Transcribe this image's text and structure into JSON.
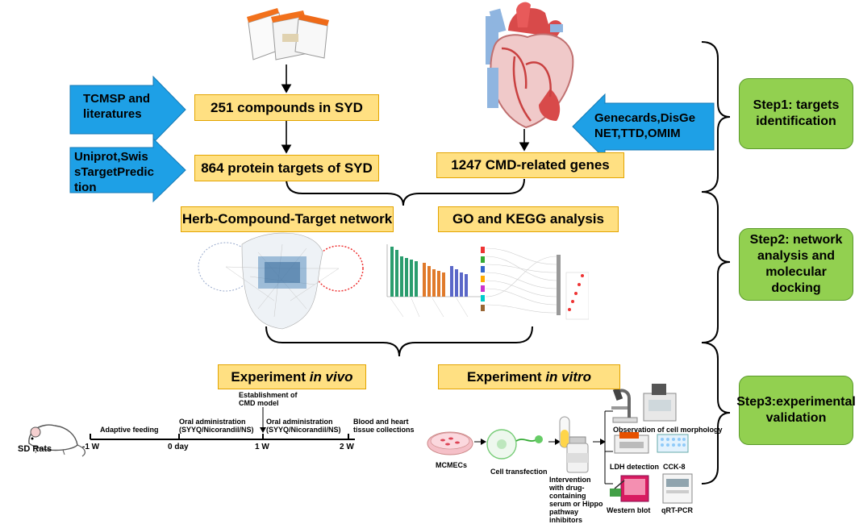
{
  "sources": {
    "tcmsp": "TCMSP and literatures",
    "uniprot": "Uniprot,SwissTargetPrediction",
    "genecards": "Genecards,DisGeNET,TTD,OMIM"
  },
  "boxes": {
    "compounds": "251 compounds in SYD",
    "targets": "864 protein targets of SYD",
    "genes": "1247 CMD-related genes",
    "network": "Herb-Compound-Target network",
    "go_kegg": "GO and KEGG analysis",
    "in_vivo_prefix": "Experiment ",
    "in_vivo_em": "in vivo",
    "in_vitro_prefix": "Experiment ",
    "in_vitro_em": "in vitro"
  },
  "steps": {
    "step1": "Step1: targets identification",
    "step2": "Step2: network analysis and molecular docking",
    "step3": "Step3:experimental validation"
  },
  "timeline": {
    "subject": "SD Rats",
    "ticks": [
      "-1 W",
      "0 day",
      "1 W",
      "2 W"
    ],
    "phase1": "Adaptive feeding",
    "phase2_a": "Oral administration",
    "phase2_b": "(SYYQ/Nicorandil/NS)",
    "model_a": "Establishment of",
    "model_b": "CMD model",
    "phase3_a": "Oral administration",
    "phase3_b": "(SYYQ/Nicorandil/NS)",
    "end_a": "Blood and heart",
    "end_b": "tissue collections"
  },
  "invitro": {
    "cells": "MCMECs",
    "transfection": "Cell transfection",
    "intervention": [
      "Intervention",
      "with drug-",
      "containing",
      "serum or Hippo",
      "pathway",
      "inhibitors"
    ],
    "morphology": "Observation of cell morphology",
    "ldh": "LDH detection",
    "cck8": "CCK-8",
    "western": "Western blot",
    "qpcr": "qRT-PCR"
  }
}
